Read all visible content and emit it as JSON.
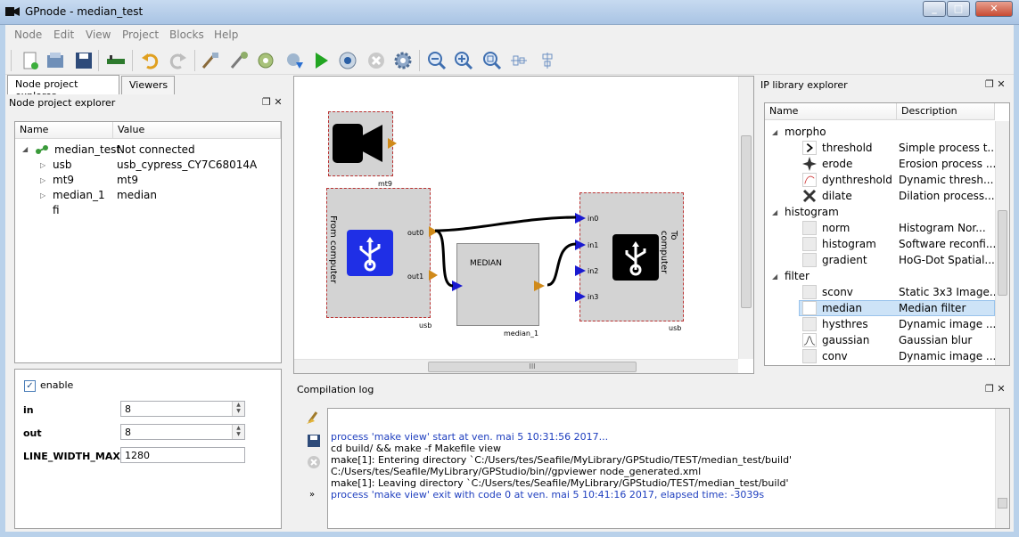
{
  "window": {
    "title": "GPnode - median_test"
  },
  "menu": [
    "Node",
    "Edit",
    "View",
    "Project",
    "Blocks",
    "Help"
  ],
  "toolbar_icons": [
    "new-icon",
    "open-icon",
    "save-icon",
    "board-icon",
    "undo-icon",
    "redo-icon",
    "configure-icon",
    "generate-icon",
    "compile-icon",
    "send-icon",
    "run-icon",
    "view-icon",
    "stop-icon",
    "settings-icon",
    "zoom-out-icon",
    "zoom-in-icon",
    "zoom-fit-icon",
    "align-horizontal-icon",
    "align-vertical-icon"
  ],
  "left_tabs": {
    "node_project_explorer": "Node project explorer",
    "viewers": "Viewers"
  },
  "node_explorer": {
    "title": "Node project explorer",
    "columns": [
      "Name",
      "Value"
    ],
    "rows": [
      {
        "name": "median_test",
        "value": "Not connected"
      },
      {
        "name": "usb",
        "value": "usb_cypress_CY7C68014A"
      },
      {
        "name": "mt9",
        "value": "mt9"
      },
      {
        "name": "median_1",
        "value": "median"
      },
      {
        "name": "fi",
        "value": ""
      }
    ]
  },
  "properties": {
    "enable_label": "enable",
    "fields": [
      {
        "label": "in",
        "value": "8"
      },
      {
        "label": "out",
        "value": "8"
      },
      {
        "label": "LINE_WIDTH_MAX",
        "value": "1280"
      }
    ]
  },
  "canvas": {
    "mt9_label": "mt9",
    "from_computer": "From computer",
    "to_computer": "To computer",
    "usb_label_left": "usb",
    "usb_label_right": "usb",
    "median_title": "MEDIAN",
    "median_label": "median_1",
    "out_ports": [
      "out0",
      "out1"
    ],
    "in_ports": [
      "in0",
      "in1",
      "in2",
      "in3"
    ],
    "hscroll_grip": "III"
  },
  "ip_library": {
    "title": "IP library explorer",
    "columns": [
      "Name",
      "Description"
    ],
    "groups": [
      {
        "name": "morpho",
        "items": [
          {
            "name": "threshold",
            "desc": "Simple process t..."
          },
          {
            "name": "erode",
            "desc": "Erosion process ..."
          },
          {
            "name": "dynthreshold",
            "desc": "Dynamic thresh..."
          },
          {
            "name": "dilate",
            "desc": "Dilation process..."
          }
        ]
      },
      {
        "name": "histogram",
        "items": [
          {
            "name": "norm",
            "desc": "Histogram Nor..."
          },
          {
            "name": "histogram",
            "desc": "Software reconfi..."
          },
          {
            "name": "gradient",
            "desc": "HoG-Dot Spatial..."
          }
        ]
      },
      {
        "name": "filter",
        "items": [
          {
            "name": "sconv",
            "desc": "Static 3x3 Image..."
          },
          {
            "name": "median",
            "desc": "Median filter"
          },
          {
            "name": "hysthres",
            "desc": "Dynamic image ..."
          },
          {
            "name": "gaussian",
            "desc": "Gaussian blur"
          },
          {
            "name": "conv",
            "desc": "Dynamic image ..."
          }
        ]
      }
    ]
  },
  "compilation_log": {
    "title": "Compilation log",
    "lines": [
      {
        "text": "process 'make view' start at ven. mai 5 10:31:56 2017...",
        "color": "#1f3fbf"
      },
      {
        "text": "cd build/ && make -f Makefile view",
        "color": "#000000"
      },
      {
        "text": "make[1]: Entering directory `C:/Users/tes/Seafile/MyLibrary/GPStudio/TEST/median_test/build'",
        "color": "#000000"
      },
      {
        "text": "C:/Users/tes/Seafile/MyLibrary/GPStudio/bin//gpviewer node_generated.xml",
        "color": "#000000"
      },
      {
        "text": "make[1]: Leaving directory `C:/Users/tes/Seafile/MyLibrary/GPStudio/TEST/median_test/build'",
        "color": "#000000"
      },
      {
        "text": "process 'make view' exit with code 0 at ven. mai 5 10:41:16 2017, elapsed time: -3039s",
        "color": "#1f3fbf"
      }
    ]
  },
  "dock_buttons": "❐ ✕",
  "colors": {
    "port_out": "#d08a1a",
    "port_in": "#1a1ad0",
    "usb_blue": "#1f2fe6",
    "node_border": "#b03030",
    "selected_row": "#cde3f7"
  }
}
